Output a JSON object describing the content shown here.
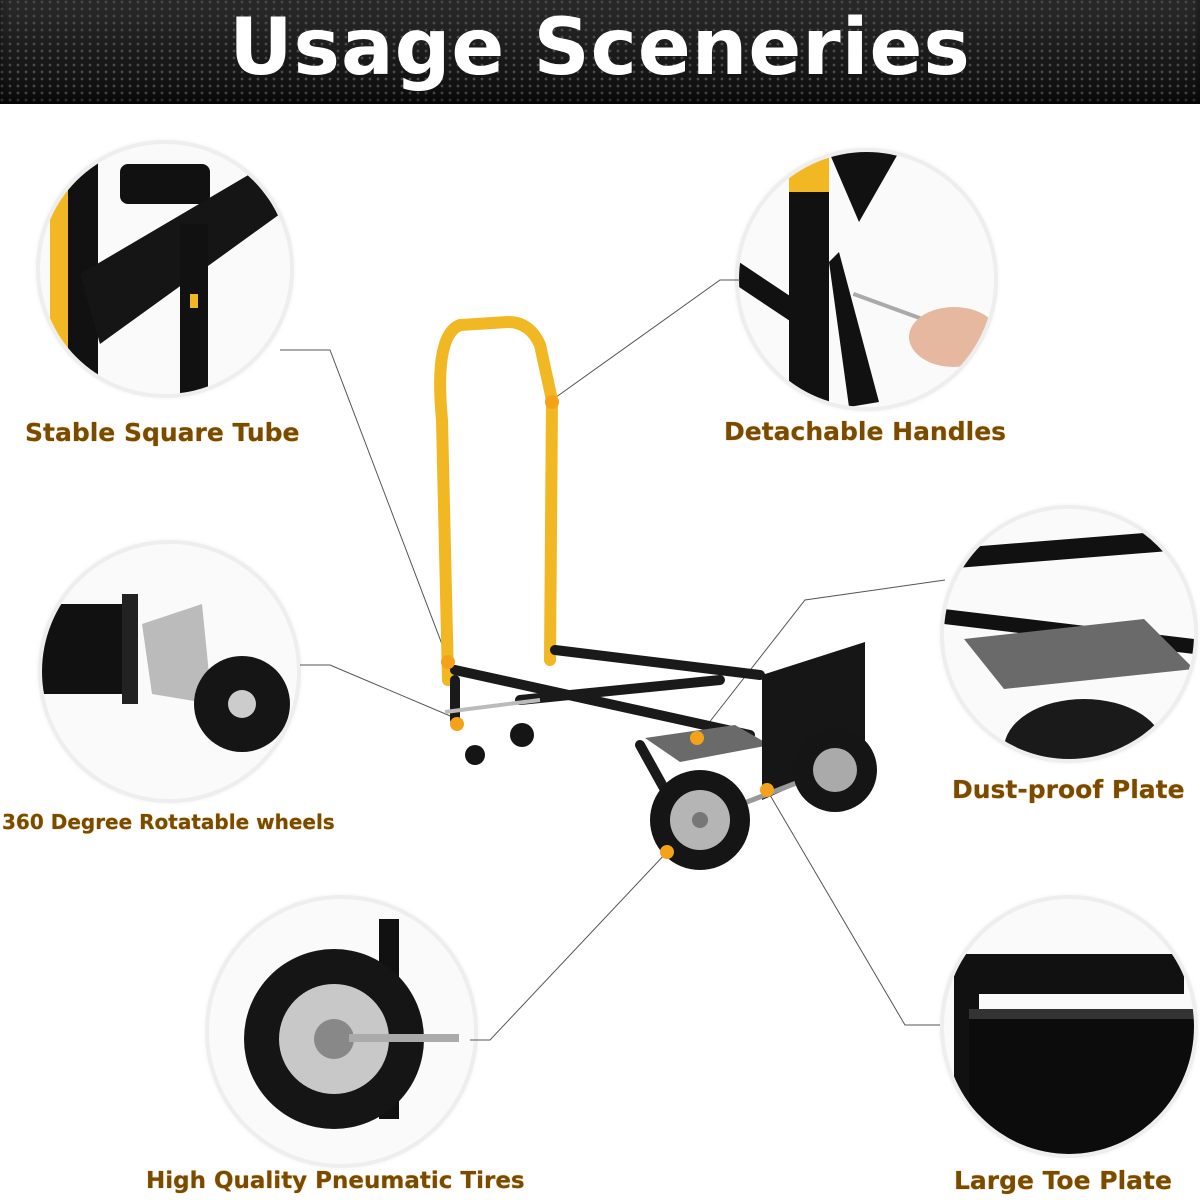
{
  "header": {
    "title": "Usage Sceneries"
  },
  "features": [
    {
      "id": "square-tube",
      "label": "Stable Square Tube"
    },
    {
      "id": "handles",
      "label": "Detachable Handles"
    },
    {
      "id": "rotatable-wheels",
      "label": "360 Degree Rotatable wheels"
    },
    {
      "id": "dust-plate",
      "label": "Dust-proof Plate"
    },
    {
      "id": "pneumatic-tires",
      "label": "High Quality Pneumatic Tires"
    },
    {
      "id": "toe-plate",
      "label": "Large Toe Plate"
    }
  ],
  "colors": {
    "accent": "#f5a21b",
    "label": "#7a4a00",
    "handle": "#f2b824",
    "frame": "#1a1a1a"
  }
}
